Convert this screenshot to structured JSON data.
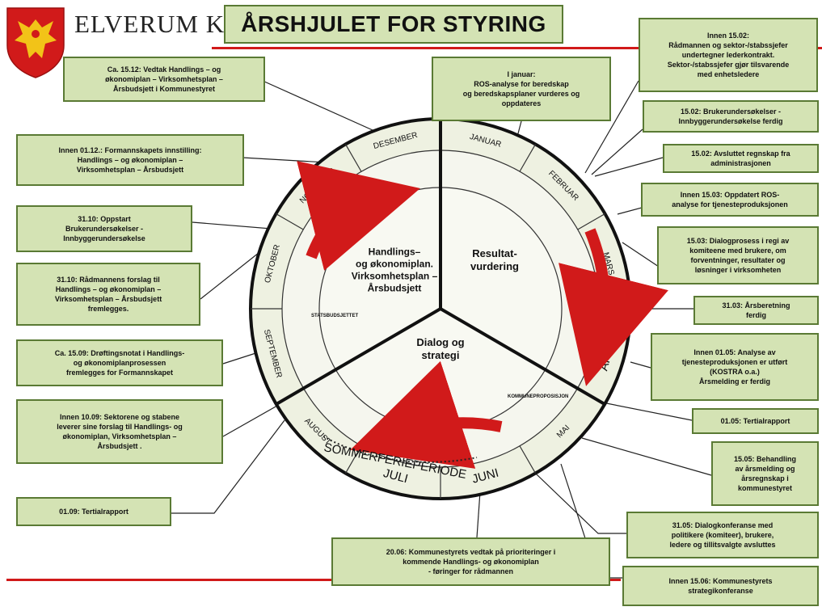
{
  "header": {
    "org_name": "ELVERUM K",
    "title": "ÅRSHJULET FOR STYRING"
  },
  "colors": {
    "accent_red": "#d11a1a",
    "note_fill": "#d4e3b4",
    "note_border": "#5a7a34",
    "wheel_fill": "#eef1e1",
    "crest_shield": "#d11a1a",
    "crest_bird": "#f2c318"
  },
  "wheel": {
    "months": [
      "JANUAR",
      "FEBRUAR",
      "MARS",
      "APRIL",
      "MAI",
      "JUNI",
      "JULI",
      "AUGUST",
      "SEPTEMBER",
      "OKTOBER",
      "NOVEMBER",
      "DESEMBER"
    ],
    "sectors": {
      "plan": "Handlings–\nog økonomiplan.\nVirksomhetsplan –\nÅrsbudsjett",
      "result": "Resultat-\nvurdering",
      "dialog": "Dialog og\nstrategi"
    },
    "small_labels": {
      "statsbudsjett": "STATSBUDSJETTET",
      "kommuneproposisjon": "KOMMUNEPROPOSISJON"
    },
    "summer_label": "SOMMERFERIEPERIODE"
  },
  "notes": {
    "n_1512": "Ca. 15.12: Vedtak Handlings – og\nøkonomiplan – Virksomhetsplan –\nÅrsbudsjett i Kommunestyret",
    "n_januar": "I januar:\nROS-analyse for beredskap\nog beredskapsplaner vurderes og\noppdateres",
    "n_1502a": "Innen 15.02:\nRådmannen og sektor-/stabssjefer\nundertegner lederkontrakt.\nSektor-/stabssjefer gjør tilsvarende\nmed enhetsledere",
    "n_1502b": "15.02: Brukerundersøkelser -\nInnbyggerundersøkelse ferdig",
    "n_1502c": "15.02: Avsluttet regnskap fra\nadministrasjonen",
    "n_0103": "Innen 15.03: Oppdatert ROS-\nanalyse for tjenesteproduksjonen",
    "n_1503": "15.03: Dialogprosess i regi av\nkomiteene med brukere, om\nforventninger, resultater og\nløsninger i virksomheten",
    "n_3103": "31.03: Årsberetning\nferdig",
    "n_0105a": "Innen 01.05: Analyse av\ntjenesteproduksjonen er utført\n(KOSTRA o.a.)\nÅrsmelding er ferdig",
    "n_0105b": "01.05: Tertialrapport",
    "n_1505": "15.05: Behandling\nav årsmelding og\nårsregnskap i\nkommunestyret",
    "n_3105": "31.05: Dialogkonferanse med\npolitikere (komiteer), brukere,\nledere og tillitsvalgte avsluttes",
    "n_1506": "Innen 15.06: Kommunestyrets\nstrategikonferanse",
    "n_2006": "20.06: Kommunestyrets vedtak på prioriteringer i\nkommende Handlings- og økonomiplan\n- føringer for rådmannen",
    "n_0109": "01.09: Tertialrapport",
    "n_1009": "Innen 10.09: Sektorene og stabene\nleverer sine forslag til Handlings- og\nøkonomiplan, Virksomhetsplan –\nÅrsbudsjett .",
    "n_1509": "Ca. 15.09: Drøftingsnotat i Handlings-\nog økonomiplanprosessen\nfremlegges for Formannskapet",
    "n_3110a": "31.10: Rådmannens forslag til\nHandlings – og økonomiplan –\nVirksomhetsplan – Årsbudsjett\nfremlegges.",
    "n_3110b": "31.10: Oppstart\nBrukerundersøkelser -\nInnbyggerundersøkelse",
    "n_0112": "Innen 01.12.: Formannskapets innstilling:\nHandlings – og økonomiplan –\nVirksomhetsplan – Årsbudsjett"
  }
}
